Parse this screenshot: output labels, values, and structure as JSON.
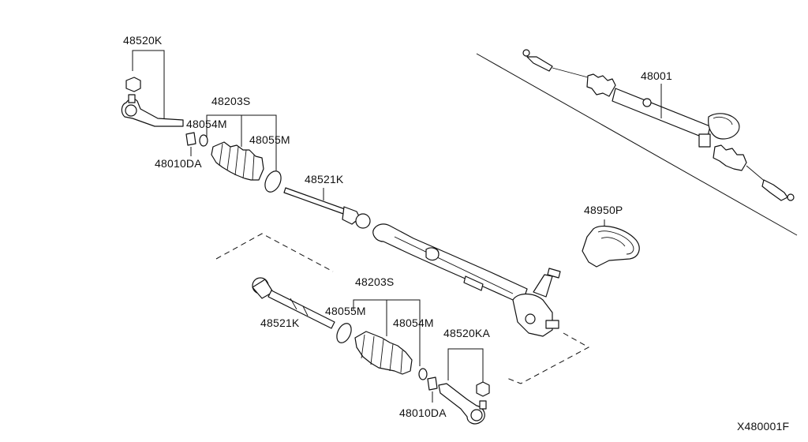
{
  "diagram": {
    "figure_id": "X480001F",
    "labels": {
      "tie_rod_end_outer_top": "48520K",
      "boot_kit_top": "48203S",
      "boot_band_small_top": "48054M",
      "boot_band_large_top": "48055M",
      "lock_nut_top": "48010DA",
      "inner_socket_top": "48521K",
      "gear_assembly": "48001",
      "column_hole_cover": "48950P",
      "boot_kit_bottom": "48203S",
      "boot_band_large_bottom": "48055M",
      "inner_socket_bottom": "48521K",
      "boot_band_small_bottom": "48054M",
      "tie_rod_end_outer_bottom": "48520KA",
      "lock_nut_bottom": "48010DA"
    }
  }
}
